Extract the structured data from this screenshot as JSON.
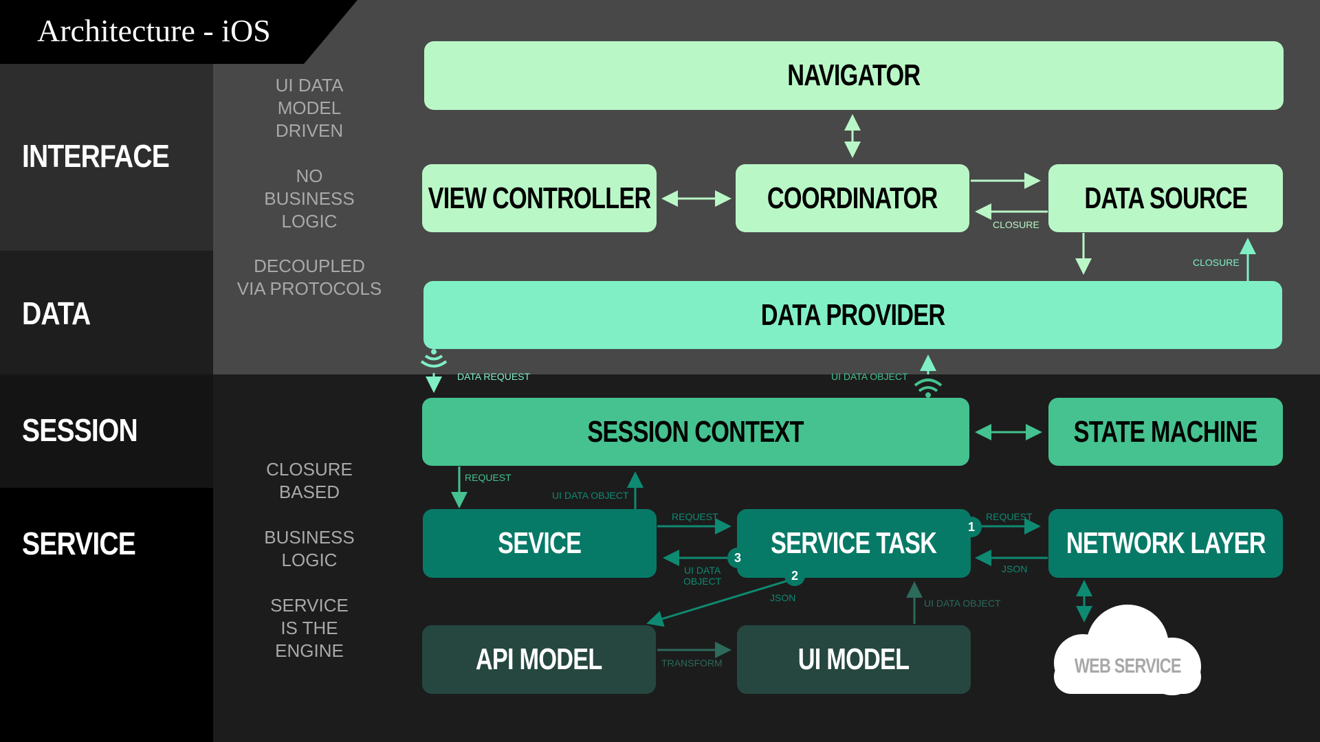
{
  "title": "Architecture - iOS",
  "layers": [
    {
      "label": "INTERFACE"
    },
    {
      "label": "DATA"
    },
    {
      "label": "SESSION"
    },
    {
      "label": "SERVICE"
    }
  ],
  "notes_top": [
    "UI DATA\nMODEL\nDRIVEN",
    "NO\nBUSINESS\nLOGIC",
    "DECOUPLED\nVIA PROTOCOLS"
  ],
  "notes_bottom": [
    "CLOSURE\nBASED",
    "BUSINESS\nLOGIC",
    "SERVICE\nIS THE\nENGINE"
  ],
  "boxes": {
    "navigator": "NAVIGATOR",
    "view_controller": "VIEW CONTROLLER",
    "coordinator": "COORDINATOR",
    "data_source": "DATA SOURCE",
    "data_provider": "DATA PROVIDER",
    "session_context": "SESSION CONTEXT",
    "state_machine": "STATE MACHINE",
    "service": "SEVICE",
    "service_task": "SERVICE TASK",
    "network_layer": "NETWORK LAYER",
    "api_model": "API MODEL",
    "ui_model": "UI MODEL",
    "web_service": "WEB SERVICE"
  },
  "edge_labels": {
    "coord_ds_closure": "CLOSURE",
    "ds_dp_closure": "CLOSURE",
    "data_request": "DATA REQUEST",
    "ui_data_object_top": "UI DATA OBJECT",
    "session_request": "REQUEST",
    "service_ui_data_object": "UI DATA OBJECT",
    "service_task_request": "REQUEST",
    "task_service_ui_data_object": "UI DATA\nOBJECT",
    "network_request": "REQUEST",
    "network_json": "JSON",
    "api_json": "JSON",
    "ui_model_ui_data_object": "UI DATA OBJECT",
    "transform": "TRANSFORM"
  },
  "badges": [
    "1",
    "2",
    "3"
  ],
  "colors": {
    "interface": "#baf7c7",
    "data": "#80efc5",
    "session": "#45c28f",
    "service": "#077a67",
    "model": "#25473f"
  }
}
